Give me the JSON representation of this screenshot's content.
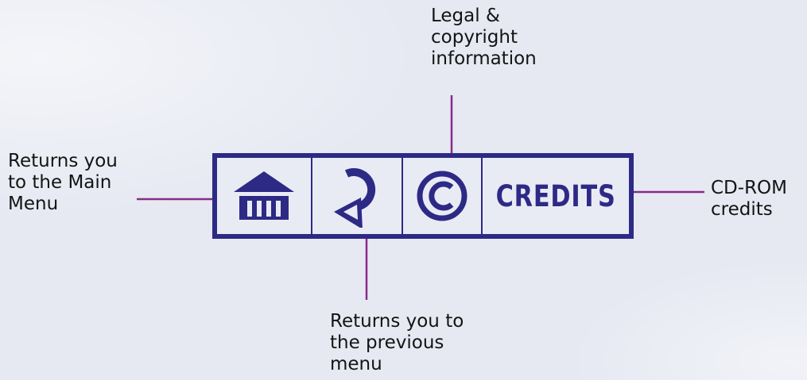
{
  "labels": {
    "legal": "Legal &\ncopyright\ninformation",
    "main_menu": "Returns you\nto the Main\nMenu",
    "credits": "CD-ROM\ncredits",
    "previous": "Returns you to\nthe previous\nmenu"
  },
  "toolbar": {
    "home_icon": "museum-building-icon",
    "back_icon": "return-arrow-icon",
    "legal_icon": "copyright-icon",
    "credits_label": "CREDITS"
  },
  "colors": {
    "accent": "#2d2a86",
    "leader_line": "#8a2a8a",
    "background": "#e6e9f2",
    "text": "#141414"
  }
}
